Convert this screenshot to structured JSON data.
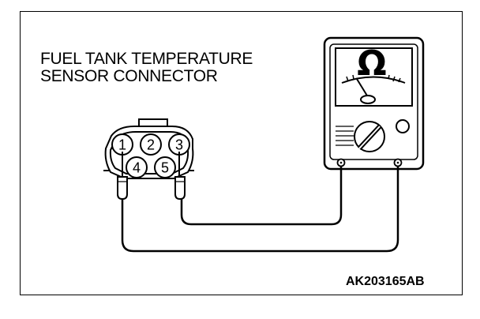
{
  "diagram": {
    "title_lines": [
      "FUEL TANK TEMPERATURE",
      "SENSOR CONNECTOR"
    ],
    "figure_code": "AK203165AB",
    "connector_pins": [
      "1",
      "2",
      "3",
      "4",
      "5"
    ],
    "meter_symbol": "Ω",
    "icons": [
      "ohmmeter-icon",
      "connector-icon",
      "test-probe-icon",
      "dial-icon"
    ]
  }
}
